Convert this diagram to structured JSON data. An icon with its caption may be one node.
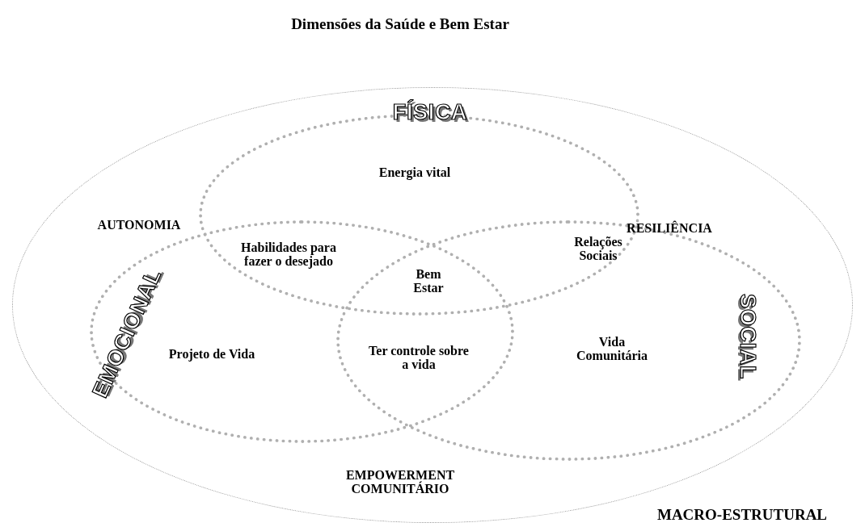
{
  "diagram": {
    "title": "Dimensões da Saúde e Bem Estar",
    "nodes": [
      {
        "text": [
          "MACRO-ESTRUTURAL"
        ]
      },
      {
        "text": [
          "FÍSICA"
        ],
        "in": 0
      },
      {
        "text": [
          "EMOCIONAL"
        ],
        "in": 0
      },
      {
        "text": [
          "SOCIAL"
        ],
        "in": 0
      }
    ],
    "labels": [
      "AUTONOMIA",
      "Energia vital",
      "RESILIÊNCIA",
      "Habilidades para fazer o desejado",
      "Relações Sociais",
      "Bem Estar",
      "Projeto de Vida",
      "Ter controle sobre a vida",
      "Vida Comunitária",
      "EMPOWERMENT COMUNITÁRIO"
    ]
  }
}
